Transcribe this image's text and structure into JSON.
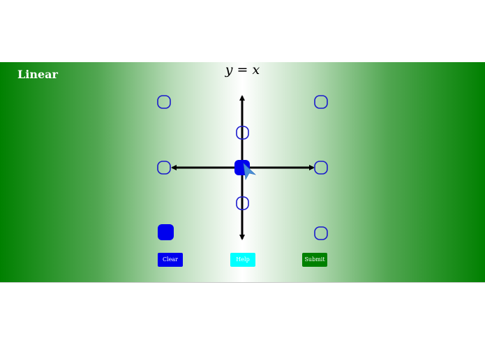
{
  "level": {
    "title": "Linear",
    "equation": "y = x"
  },
  "buttons": {
    "clear": "Clear",
    "help": "Help",
    "submit": "Submit"
  },
  "colors": {
    "gradient_edge": "#008000",
    "gradient_center": "#ffffff",
    "point_outline": "#1a1acc",
    "point_fill": "#0000ee",
    "axis": "#000000",
    "cursor": "#4a8fd8"
  },
  "icons": {
    "cursor": "mouse-cursor-icon"
  }
}
